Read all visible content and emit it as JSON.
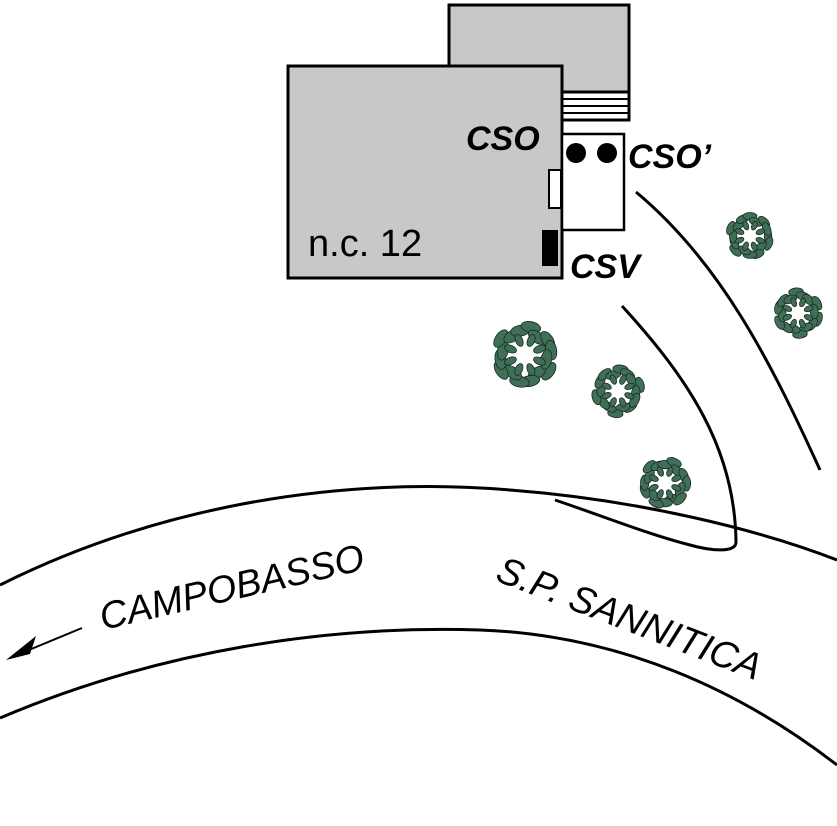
{
  "labels": {
    "building_number": "n.c. 12",
    "cso": "CSO",
    "cso_prime": "CSO’",
    "csv": "CSV",
    "direction": "CAMPOBASSO",
    "road_name": "S.P. SANNITICA"
  },
  "colors": {
    "building_fill": "#c8c8c8",
    "outline": "#000000",
    "tree_leaf": "#3f6f57",
    "background": "#ffffff"
  },
  "icons": {
    "arrow": "arrow-left-icon",
    "tree": "tree-icon",
    "manhole": "filled-circle-icon"
  }
}
